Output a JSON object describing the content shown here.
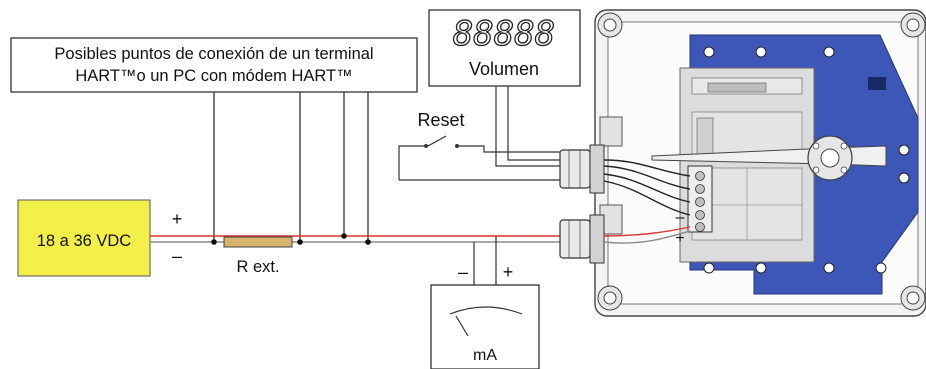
{
  "callout": {
    "line1": "Posibles puntos de conexión de un terminal",
    "line2": "HART™o un PC con módem HART™"
  },
  "display": {
    "digits": "88888",
    "label": "Volumen"
  },
  "reset_label": "Reset",
  "supply": {
    "label": "18 a 36 VDC",
    "plus": "+",
    "minus": "–"
  },
  "resistor_label": "R ext.",
  "meter": {
    "label": "mA",
    "minus": "–",
    "plus": "+"
  },
  "terminal_marks": {
    "minus": "–",
    "plus": "+"
  },
  "colors": {
    "wire_red": "#d9352b",
    "wire_gray": "#8c8c8c",
    "supply_fill": "#f3f04a",
    "pcb_blue": "#3d57b8",
    "resistor_fill": "#d8b46a"
  }
}
